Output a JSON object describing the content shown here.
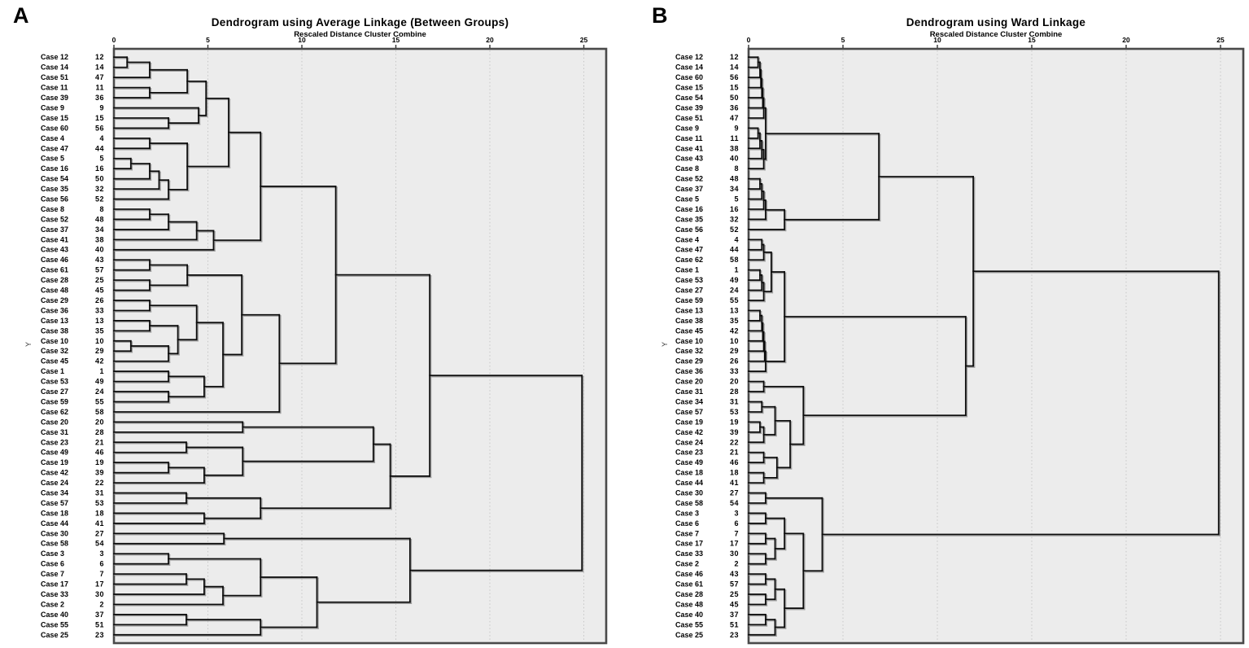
{
  "figure": {
    "panel_a_letter": "A",
    "panel_b_letter": "B"
  },
  "chart_data": [
    {
      "id": "A",
      "type": "dendrogram",
      "title": "Dendrogram using Average Linkage (Between Groups)",
      "subtitle": "Rescaled Distance Cluster Combine",
      "ylabel": "Y",
      "orientation": "horizontal",
      "xticks": [
        0,
        5,
        10,
        15,
        20,
        25
      ],
      "xlim": [
        0,
        26.2
      ],
      "grid": "dotted-vertical",
      "leaves": [
        {
          "label": "Case 12",
          "num": "12"
        },
        {
          "label": "Case 14",
          "num": "14"
        },
        {
          "label": "Case 51",
          "num": "47"
        },
        {
          "label": "Case 11",
          "num": "11"
        },
        {
          "label": "Case 39",
          "num": "36"
        },
        {
          "label": "Case 9",
          "num": "9"
        },
        {
          "label": "Case 15",
          "num": "15"
        },
        {
          "label": "Case 60",
          "num": "56"
        },
        {
          "label": "Case 4",
          "num": "4"
        },
        {
          "label": "Case 47",
          "num": "44"
        },
        {
          "label": "Case 5",
          "num": "5"
        },
        {
          "label": "Case 16",
          "num": "16"
        },
        {
          "label": "Case 54",
          "num": "50"
        },
        {
          "label": "Case 35",
          "num": "32"
        },
        {
          "label": "Case 56",
          "num": "52"
        },
        {
          "label": "Case 8",
          "num": "8"
        },
        {
          "label": "Case 52",
          "num": "48"
        },
        {
          "label": "Case 37",
          "num": "34"
        },
        {
          "label": "Case 41",
          "num": "38"
        },
        {
          "label": "Case 43",
          "num": "40"
        },
        {
          "label": "Case 46",
          "num": "43"
        },
        {
          "label": "Case 61",
          "num": "57"
        },
        {
          "label": "Case 28",
          "num": "25"
        },
        {
          "label": "Case 48",
          "num": "45"
        },
        {
          "label": "Case 29",
          "num": "26"
        },
        {
          "label": "Case 36",
          "num": "33"
        },
        {
          "label": "Case 13",
          "num": "13"
        },
        {
          "label": "Case 38",
          "num": "35"
        },
        {
          "label": "Case 10",
          "num": "10"
        },
        {
          "label": "Case 32",
          "num": "29"
        },
        {
          "label": "Case 45",
          "num": "42"
        },
        {
          "label": "Case 1",
          "num": "1"
        },
        {
          "label": "Case 53",
          "num": "49"
        },
        {
          "label": "Case 27",
          "num": "24"
        },
        {
          "label": "Case 59",
          "num": "55"
        },
        {
          "label": "Case 62",
          "num": "58"
        },
        {
          "label": "Case 20",
          "num": "20"
        },
        {
          "label": "Case 31",
          "num": "28"
        },
        {
          "label": "Case 23",
          "num": "21"
        },
        {
          "label": "Case 49",
          "num": "46"
        },
        {
          "label": "Case 19",
          "num": "19"
        },
        {
          "label": "Case 42",
          "num": "39"
        },
        {
          "label": "Case 24",
          "num": "22"
        },
        {
          "label": "Case 34",
          "num": "31"
        },
        {
          "label": "Case 57",
          "num": "53"
        },
        {
          "label": "Case 18",
          "num": "18"
        },
        {
          "label": "Case 44",
          "num": "41"
        },
        {
          "label": "Case 30",
          "num": "27"
        },
        {
          "label": "Case 58",
          "num": "54"
        },
        {
          "label": "Case 3",
          "num": "3"
        },
        {
          "label": "Case 6",
          "num": "6"
        },
        {
          "label": "Case 7",
          "num": "7"
        },
        {
          "label": "Case 17",
          "num": "17"
        },
        {
          "label": "Case 33",
          "num": "30"
        },
        {
          "label": "Case 2",
          "num": "2"
        },
        {
          "label": "Case 40",
          "num": "37"
        },
        {
          "label": "Case 55",
          "num": "51"
        },
        {
          "label": "Case 25",
          "num": "23"
        }
      ],
      "merges": [
        [
          0,
          1,
          0.7
        ],
        [
          58,
          2,
          1.9
        ],
        [
          3,
          4,
          1.9
        ],
        [
          59,
          60,
          3.9
        ],
        [
          6,
          7,
          2.9
        ],
        [
          5,
          62,
          4.5
        ],
        [
          61,
          63,
          4.9
        ],
        [
          8,
          9,
          1.9
        ],
        [
          10,
          11,
          0.9
        ],
        [
          66,
          12,
          1.9
        ],
        [
          67,
          13,
          2.4
        ],
        [
          68,
          14,
          2.9
        ],
        [
          65,
          69,
          3.9
        ],
        [
          64,
          70,
          6.1
        ],
        [
          15,
          16,
          1.9
        ],
        [
          72,
          17,
          2.9
        ],
        [
          73,
          18,
          4.4
        ],
        [
          74,
          19,
          5.3
        ],
        [
          71,
          75,
          7.8
        ],
        [
          20,
          21,
          1.9
        ],
        [
          22,
          23,
          1.9
        ],
        [
          77,
          78,
          3.9
        ],
        [
          24,
          25,
          1.9
        ],
        [
          26,
          27,
          1.9
        ],
        [
          28,
          29,
          0.9
        ],
        [
          82,
          30,
          2.9
        ],
        [
          81,
          83,
          3.4
        ],
        [
          80,
          84,
          4.4
        ],
        [
          31,
          32,
          2.9
        ],
        [
          33,
          34,
          2.9
        ],
        [
          86,
          87,
          4.8
        ],
        [
          85,
          88,
          5.8
        ],
        [
          79,
          89,
          6.8
        ],
        [
          90,
          35,
          8.8
        ],
        [
          76,
          91,
          11.8
        ],
        [
          36,
          37,
          6.85
        ],
        [
          38,
          39,
          3.85
        ],
        [
          40,
          41,
          2.9
        ],
        [
          95,
          42,
          4.8
        ],
        [
          94,
          96,
          6.85
        ],
        [
          93,
          97,
          13.8
        ],
        [
          43,
          44,
          3.85
        ],
        [
          45,
          46,
          4.8
        ],
        [
          99,
          100,
          7.8
        ],
        [
          98,
          101,
          14.7
        ],
        [
          92,
          102,
          16.8
        ],
        [
          47,
          48,
          5.85
        ],
        [
          49,
          50,
          2.9
        ],
        [
          51,
          52,
          3.85
        ],
        [
          106,
          53,
          4.8
        ],
        [
          107,
          54,
          5.8
        ],
        [
          105,
          108,
          7.8
        ],
        [
          55,
          56,
          3.85
        ],
        [
          110,
          57,
          7.8
        ],
        [
          109,
          111,
          10.8
        ],
        [
          104,
          112,
          15.75
        ],
        [
          103,
          113,
          24.9
        ]
      ]
    },
    {
      "id": "B",
      "type": "dendrogram",
      "title": "Dendrogram using Ward Linkage",
      "subtitle": "Rescaled Distance Cluster Combine",
      "ylabel": "Y",
      "orientation": "horizontal",
      "xticks": [
        0,
        5,
        10,
        15,
        20,
        25
      ],
      "xlim": [
        0,
        26.2
      ],
      "grid": "dotted-vertical",
      "leaves": [
        {
          "label": "Case 12",
          "num": "12"
        },
        {
          "label": "Case 14",
          "num": "14"
        },
        {
          "label": "Case 60",
          "num": "56"
        },
        {
          "label": "Case 15",
          "num": "15"
        },
        {
          "label": "Case 54",
          "num": "50"
        },
        {
          "label": "Case 39",
          "num": "36"
        },
        {
          "label": "Case 51",
          "num": "47"
        },
        {
          "label": "Case 9",
          "num": "9"
        },
        {
          "label": "Case 11",
          "num": "11"
        },
        {
          "label": "Case 41",
          "num": "38"
        },
        {
          "label": "Case 43",
          "num": "40"
        },
        {
          "label": "Case 8",
          "num": "8"
        },
        {
          "label": "Case 52",
          "num": "48"
        },
        {
          "label": "Case 37",
          "num": "34"
        },
        {
          "label": "Case 5",
          "num": "5"
        },
        {
          "label": "Case 16",
          "num": "16"
        },
        {
          "label": "Case 35",
          "num": "32"
        },
        {
          "label": "Case 56",
          "num": "52"
        },
        {
          "label": "Case 4",
          "num": "4"
        },
        {
          "label": "Case 47",
          "num": "44"
        },
        {
          "label": "Case 62",
          "num": "58"
        },
        {
          "label": "Case 1",
          "num": "1"
        },
        {
          "label": "Case 53",
          "num": "49"
        },
        {
          "label": "Case 27",
          "num": "24"
        },
        {
          "label": "Case 59",
          "num": "55"
        },
        {
          "label": "Case 13",
          "num": "13"
        },
        {
          "label": "Case 38",
          "num": "35"
        },
        {
          "label": "Case 45",
          "num": "42"
        },
        {
          "label": "Case 10",
          "num": "10"
        },
        {
          "label": "Case 32",
          "num": "29"
        },
        {
          "label": "Case 29",
          "num": "26"
        },
        {
          "label": "Case 36",
          "num": "33"
        },
        {
          "label": "Case 20",
          "num": "20"
        },
        {
          "label": "Case 31",
          "num": "28"
        },
        {
          "label": "Case 34",
          "num": "31"
        },
        {
          "label": "Case 57",
          "num": "53"
        },
        {
          "label": "Case 19",
          "num": "19"
        },
        {
          "label": "Case 42",
          "num": "39"
        },
        {
          "label": "Case 24",
          "num": "22"
        },
        {
          "label": "Case 23",
          "num": "21"
        },
        {
          "label": "Case 49",
          "num": "46"
        },
        {
          "label": "Case 18",
          "num": "18"
        },
        {
          "label": "Case 44",
          "num": "41"
        },
        {
          "label": "Case 30",
          "num": "27"
        },
        {
          "label": "Case 58",
          "num": "54"
        },
        {
          "label": "Case 3",
          "num": "3"
        },
        {
          "label": "Case 6",
          "num": "6"
        },
        {
          "label": "Case 7",
          "num": "7"
        },
        {
          "label": "Case 17",
          "num": "17"
        },
        {
          "label": "Case 33",
          "num": "30"
        },
        {
          "label": "Case 2",
          "num": "2"
        },
        {
          "label": "Case 46",
          "num": "43"
        },
        {
          "label": "Case 61",
          "num": "57"
        },
        {
          "label": "Case 28",
          "num": "25"
        },
        {
          "label": "Case 48",
          "num": "45"
        },
        {
          "label": "Case 40",
          "num": "37"
        },
        {
          "label": "Case 55",
          "num": "51"
        },
        {
          "label": "Case 25",
          "num": "23"
        }
      ],
      "merges": [
        [
          0,
          1,
          0.5
        ],
        [
          58,
          2,
          0.6
        ],
        [
          59,
          3,
          0.65
        ],
        [
          60,
          4,
          0.7
        ],
        [
          61,
          5,
          0.75
        ],
        [
          62,
          6,
          0.8
        ],
        [
          7,
          8,
          0.5
        ],
        [
          64,
          9,
          0.6
        ],
        [
          65,
          10,
          0.7
        ],
        [
          66,
          11,
          0.8
        ],
        [
          63,
          67,
          0.9
        ],
        [
          12,
          13,
          0.6
        ],
        [
          69,
          14,
          0.7
        ],
        [
          70,
          15,
          0.8
        ],
        [
          71,
          16,
          0.9
        ],
        [
          72,
          17,
          1.9
        ],
        [
          68,
          73,
          6.9
        ],
        [
          18,
          19,
          0.7
        ],
        [
          75,
          20,
          0.8
        ],
        [
          21,
          22,
          0.6
        ],
        [
          77,
          23,
          0.7
        ],
        [
          78,
          24,
          0.8
        ],
        [
          76,
          79,
          1.2
        ],
        [
          25,
          26,
          0.6
        ],
        [
          81,
          27,
          0.7
        ],
        [
          82,
          28,
          0.75
        ],
        [
          83,
          29,
          0.8
        ],
        [
          84,
          30,
          0.85
        ],
        [
          85,
          31,
          0.9
        ],
        [
          80,
          86,
          1.9
        ],
        [
          32,
          33,
          0.8
        ],
        [
          34,
          35,
          0.7
        ],
        [
          36,
          37,
          0.6
        ],
        [
          90,
          38,
          0.8
        ],
        [
          89,
          91,
          1.4
        ],
        [
          39,
          40,
          0.8
        ],
        [
          41,
          42,
          0.8
        ],
        [
          93,
          94,
          1.5
        ],
        [
          92,
          95,
          2.2
        ],
        [
          88,
          96,
          2.9
        ],
        [
          87,
          97,
          11.5
        ],
        [
          74,
          98,
          11.9
        ],
        [
          43,
          44,
          0.9
        ],
        [
          45,
          46,
          0.9
        ],
        [
          47,
          48,
          0.9
        ],
        [
          49,
          50,
          0.9
        ],
        [
          102,
          103,
          1.4
        ],
        [
          101,
          104,
          1.9
        ],
        [
          51,
          52,
          0.9
        ],
        [
          53,
          54,
          0.9
        ],
        [
          106,
          107,
          1.4
        ],
        [
          55,
          56,
          0.9
        ],
        [
          109,
          57,
          1.4
        ],
        [
          108,
          110,
          1.9
        ],
        [
          105,
          111,
          2.9
        ],
        [
          100,
          112,
          3.9
        ],
        [
          99,
          113,
          24.9
        ]
      ]
    }
  ],
  "style_colors": {
    "plot_background": "#ececec",
    "frame": "#4a4a4a",
    "line": "#0a0a0a",
    "line_shadow": "#9e9e9e",
    "gridline": "#c6c6c6",
    "text": "#000000"
  }
}
